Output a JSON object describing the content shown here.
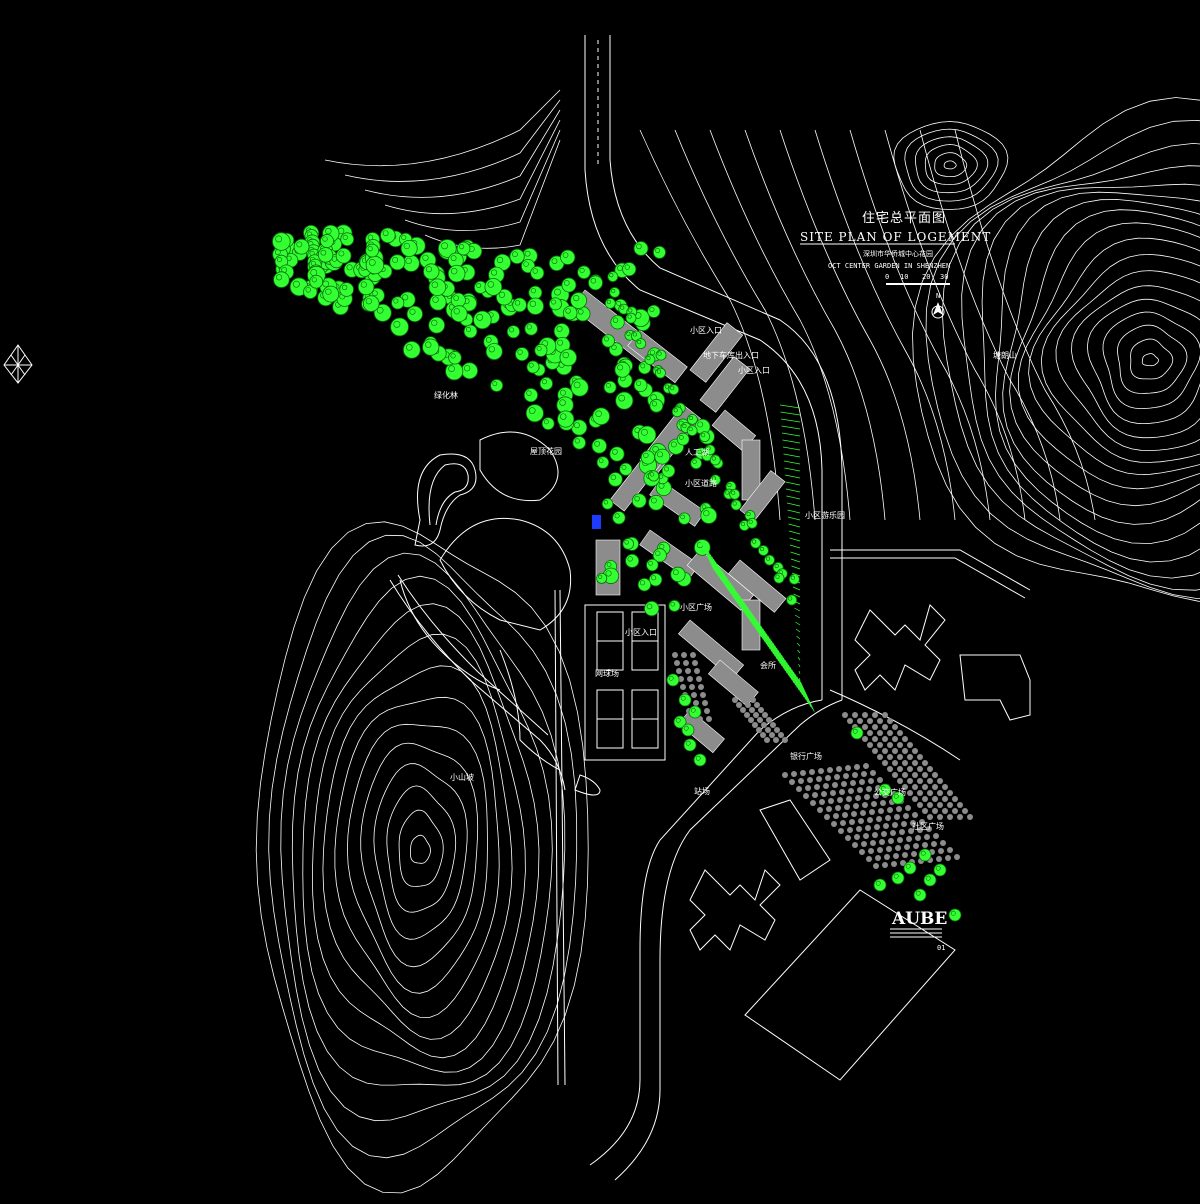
{
  "title_block": {
    "title_cn": "住宅总平面图",
    "title_en": "SITE PLAN OF LOGEMENT",
    "subtitle_cn": "深圳市华侨城中心花园",
    "subtitle_en": "OCT CENTER GARDEN IN SHENZHEN",
    "scale_marks": [
      "0",
      "10",
      "20",
      "30"
    ],
    "north_label": "N"
  },
  "labels": {
    "entrance_1": "小区入口",
    "parking_entrance": "地下车库出入口",
    "entrance_2": "小区入口",
    "artificial_lake": "人工湖",
    "plaza_pavilion": "屋顶花园",
    "community_road": "小区道路",
    "community_park": "小区游乐园",
    "entrance_3": "小区入口",
    "tennis": "网球场",
    "stop_point": "站场",
    "bank_plaza": "银行广场",
    "community_plaza": "社区广场",
    "mountain_left": "小山坡",
    "mountain_right": "塘朗山",
    "green_area": "绿化林",
    "plaza_square": "小区广场",
    "hall": "会所",
    "bus_plaza": "公交广场",
    "drawing_number": "01"
  },
  "logo": {
    "text": "AUBE"
  },
  "colors": {
    "background": "#000000",
    "line": "#ffffff",
    "tree": "#33ff33",
    "building": "#8c8c8c",
    "marker": "#1e3cff"
  }
}
